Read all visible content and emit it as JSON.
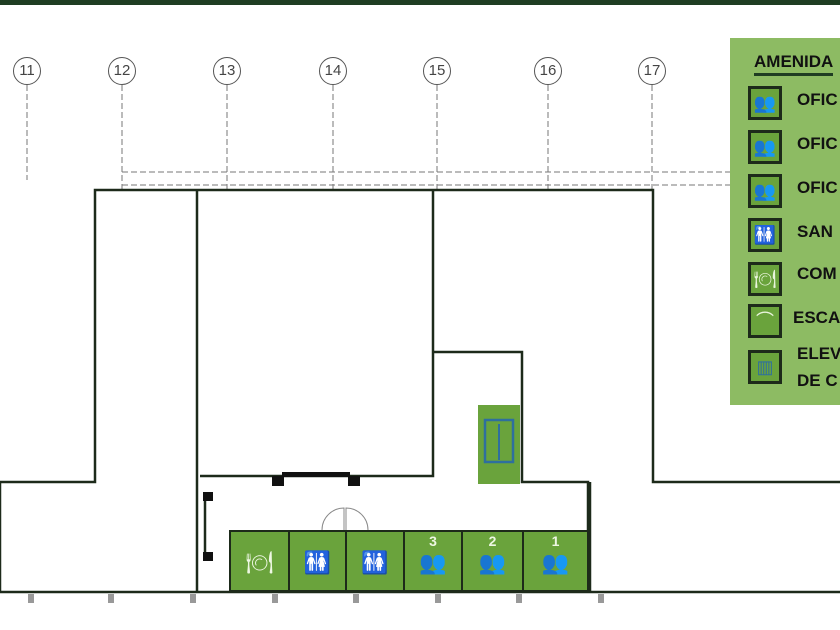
{
  "grid_labels": [
    "11",
    "12",
    "13",
    "14",
    "15",
    "16",
    "17"
  ],
  "legend": {
    "title": "AMENIDA",
    "items": [
      {
        "icon": "meeting-icon",
        "label": "OFIC"
      },
      {
        "icon": "meeting-icon",
        "label": "OFIC"
      },
      {
        "icon": "meeting-icon",
        "label": "OFIC"
      },
      {
        "icon": "restroom-icon",
        "label": "SAN"
      },
      {
        "icon": "dining-icon",
        "label": "COM"
      },
      {
        "icon": "stairs-icon",
        "label": "ESCA"
      },
      {
        "icon": "elevator-icon",
        "label": "ELEV",
        "label2": "DE C"
      }
    ]
  },
  "rooms": [
    {
      "icon": "dining-icon",
      "number": ""
    },
    {
      "icon": "restroom-icon",
      "number": ""
    },
    {
      "icon": "restroom-icon",
      "number": ""
    },
    {
      "icon": "meeting-icon",
      "number": "3"
    },
    {
      "icon": "meeting-icon",
      "number": "2"
    },
    {
      "icon": "meeting-icon",
      "number": "1"
    }
  ],
  "colors": {
    "room": "#6aa33c",
    "legend": "#8dbb63",
    "wall": "#1d2a1a",
    "elevator": "#2e6f9e"
  }
}
